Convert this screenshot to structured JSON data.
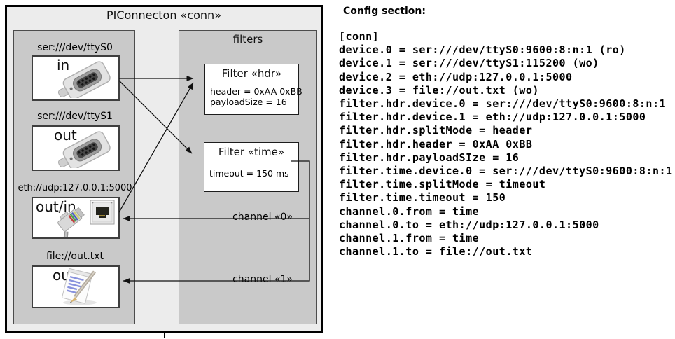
{
  "colors": {
    "outer_bg": "#ececec",
    "panel_bg": "#c9c9c9",
    "box_bg": "#ffffff",
    "line": "#111111"
  },
  "diagram": {
    "title": "PIConnecton «conn»",
    "devices": [
      {
        "url": "ser:///dev/ttyS0",
        "direction": "in",
        "icon": "serial-connector-icon"
      },
      {
        "url": "ser:///dev/ttyS1",
        "direction": "out",
        "icon": "serial-connector-icon"
      },
      {
        "url": "eth://udp:127.0.0.1:5000",
        "direction": "out/in",
        "icon": "ethernet-icon"
      },
      {
        "url": "file://out.txt",
        "direction": "out",
        "icon": "file-icon"
      }
    ],
    "filters_panel": {
      "title": "filters",
      "filters": [
        {
          "title": "Filter «hdr»",
          "properties": [
            "header = 0xAA 0xBB",
            "payloadSize = 16"
          ]
        },
        {
          "title": "Filter «time»",
          "properties": [
            "timeout = 150 ms"
          ]
        }
      ]
    },
    "channels": [
      {
        "label": "channel «0»"
      },
      {
        "label": "channel «1»"
      }
    ],
    "connections": [
      {
        "from": "ser:///dev/ttyS0",
        "to": "Filter «hdr»"
      },
      {
        "from": "eth://udp:127.0.0.1:5000",
        "to": "Filter «hdr»"
      },
      {
        "from": "ser:///dev/ttyS0",
        "to": "Filter «time»"
      },
      {
        "from": "Filter «time»",
        "to": "eth://udp:127.0.0.1:5000",
        "label": "channel «0»"
      },
      {
        "from": "Filter «time»",
        "to": "file://out.txt",
        "label": "channel «1»"
      }
    ]
  },
  "config": {
    "title": "Config section:",
    "lines": [
      "[conn]",
      "device.0 = ser:///dev/ttyS0:9600:8:n:1 (ro)",
      "device.1 = ser:///dev/ttyS1:115200 (wo)",
      "device.2 = eth://udp:127.0.0.1:5000",
      "device.3 = file://out.txt (wo)",
      "filter.hdr.device.0 = ser:///dev/ttyS0:9600:8:n:1",
      "filter.hdr.device.1 = eth://udp:127.0.0.1:5000",
      "filter.hdr.splitMode = header",
      "filter.hdr.header = 0xAA 0xBB",
      "filter.hdr.payloadSIze = 16",
      "filter.time.device.0 = ser:///dev/ttyS0:9600:8:n:1",
      "filter.time.splitMode = timeout",
      "filter.time.timeout = 150",
      "channel.0.from = time",
      "channel.0.to = eth://udp:127.0.0.1:5000",
      "channel.1.from = time",
      "channel.1.to = file://out.txt"
    ]
  }
}
